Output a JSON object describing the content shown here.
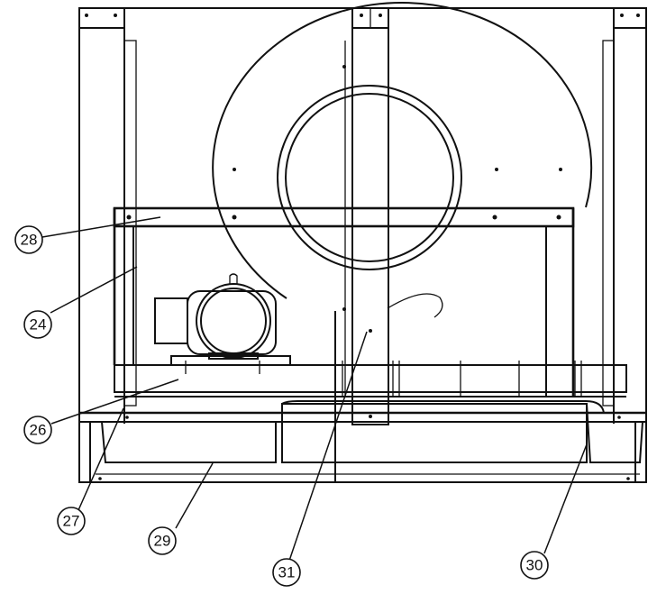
{
  "callouts": {
    "c24": "24",
    "c26": "26",
    "c27": "27",
    "c28": "28",
    "c29": "29",
    "c30": "30",
    "c31": "31"
  }
}
